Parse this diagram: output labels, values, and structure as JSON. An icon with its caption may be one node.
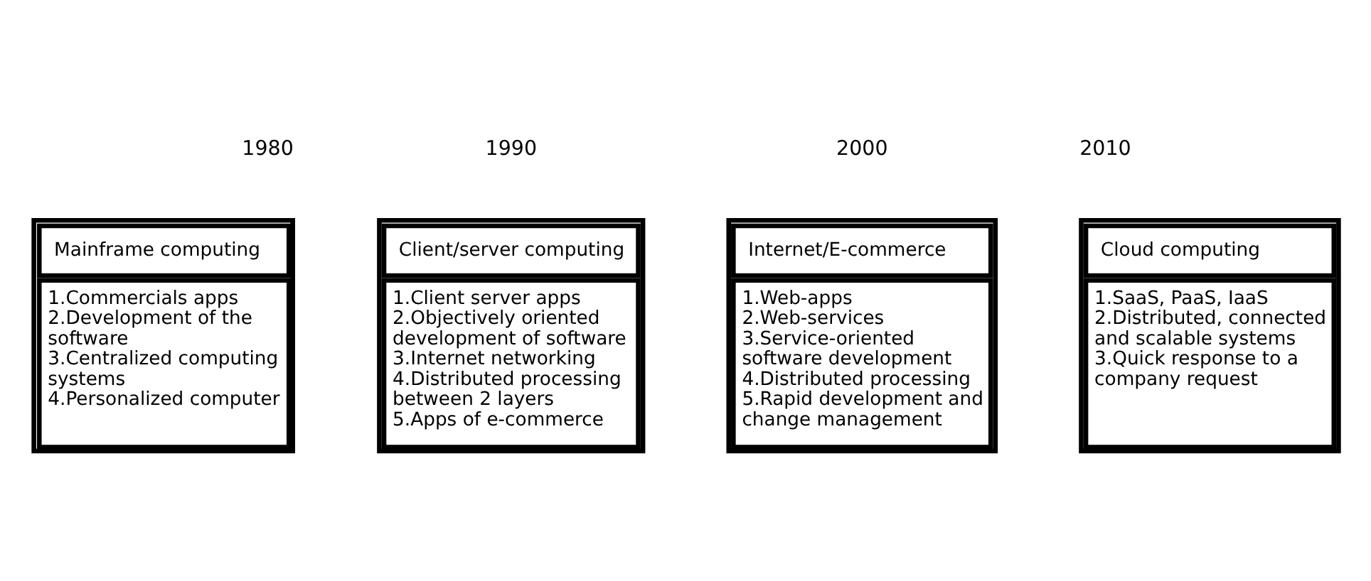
{
  "diagram": {
    "nodes": [
      {
        "text": [
          "Mainframe computing",
          "1.Commercials apps",
          "2.Development of the software",
          "3.Centralized computing systems",
          "4.Personalized computer"
        ]
      },
      {
        "text": [
          "Client/server computing",
          "1.Client server apps",
          "2.Objectively oriented development of software",
          "3.Internet networking",
          "4.Distributed processing between 2 layers",
          "5.Apps of e-commerce"
        ]
      },
      {
        "text": [
          "Internet/E-commerce",
          "1.Web-apps",
          "2.Web-services",
          "3.Service-oriented software development",
          "4.Distributed processing",
          "5.Rapid development and change management"
        ]
      },
      {
        "text": [
          "Cloud computing",
          "1.SaaS, PaaS, IaaS",
          "2.Distributed, connected and scalable systems",
          "3.Quick response to a company request"
        ]
      }
    ],
    "edges": [],
    "labels": [
      "2010",
      "1990",
      "2000",
      "1980"
    ]
  }
}
